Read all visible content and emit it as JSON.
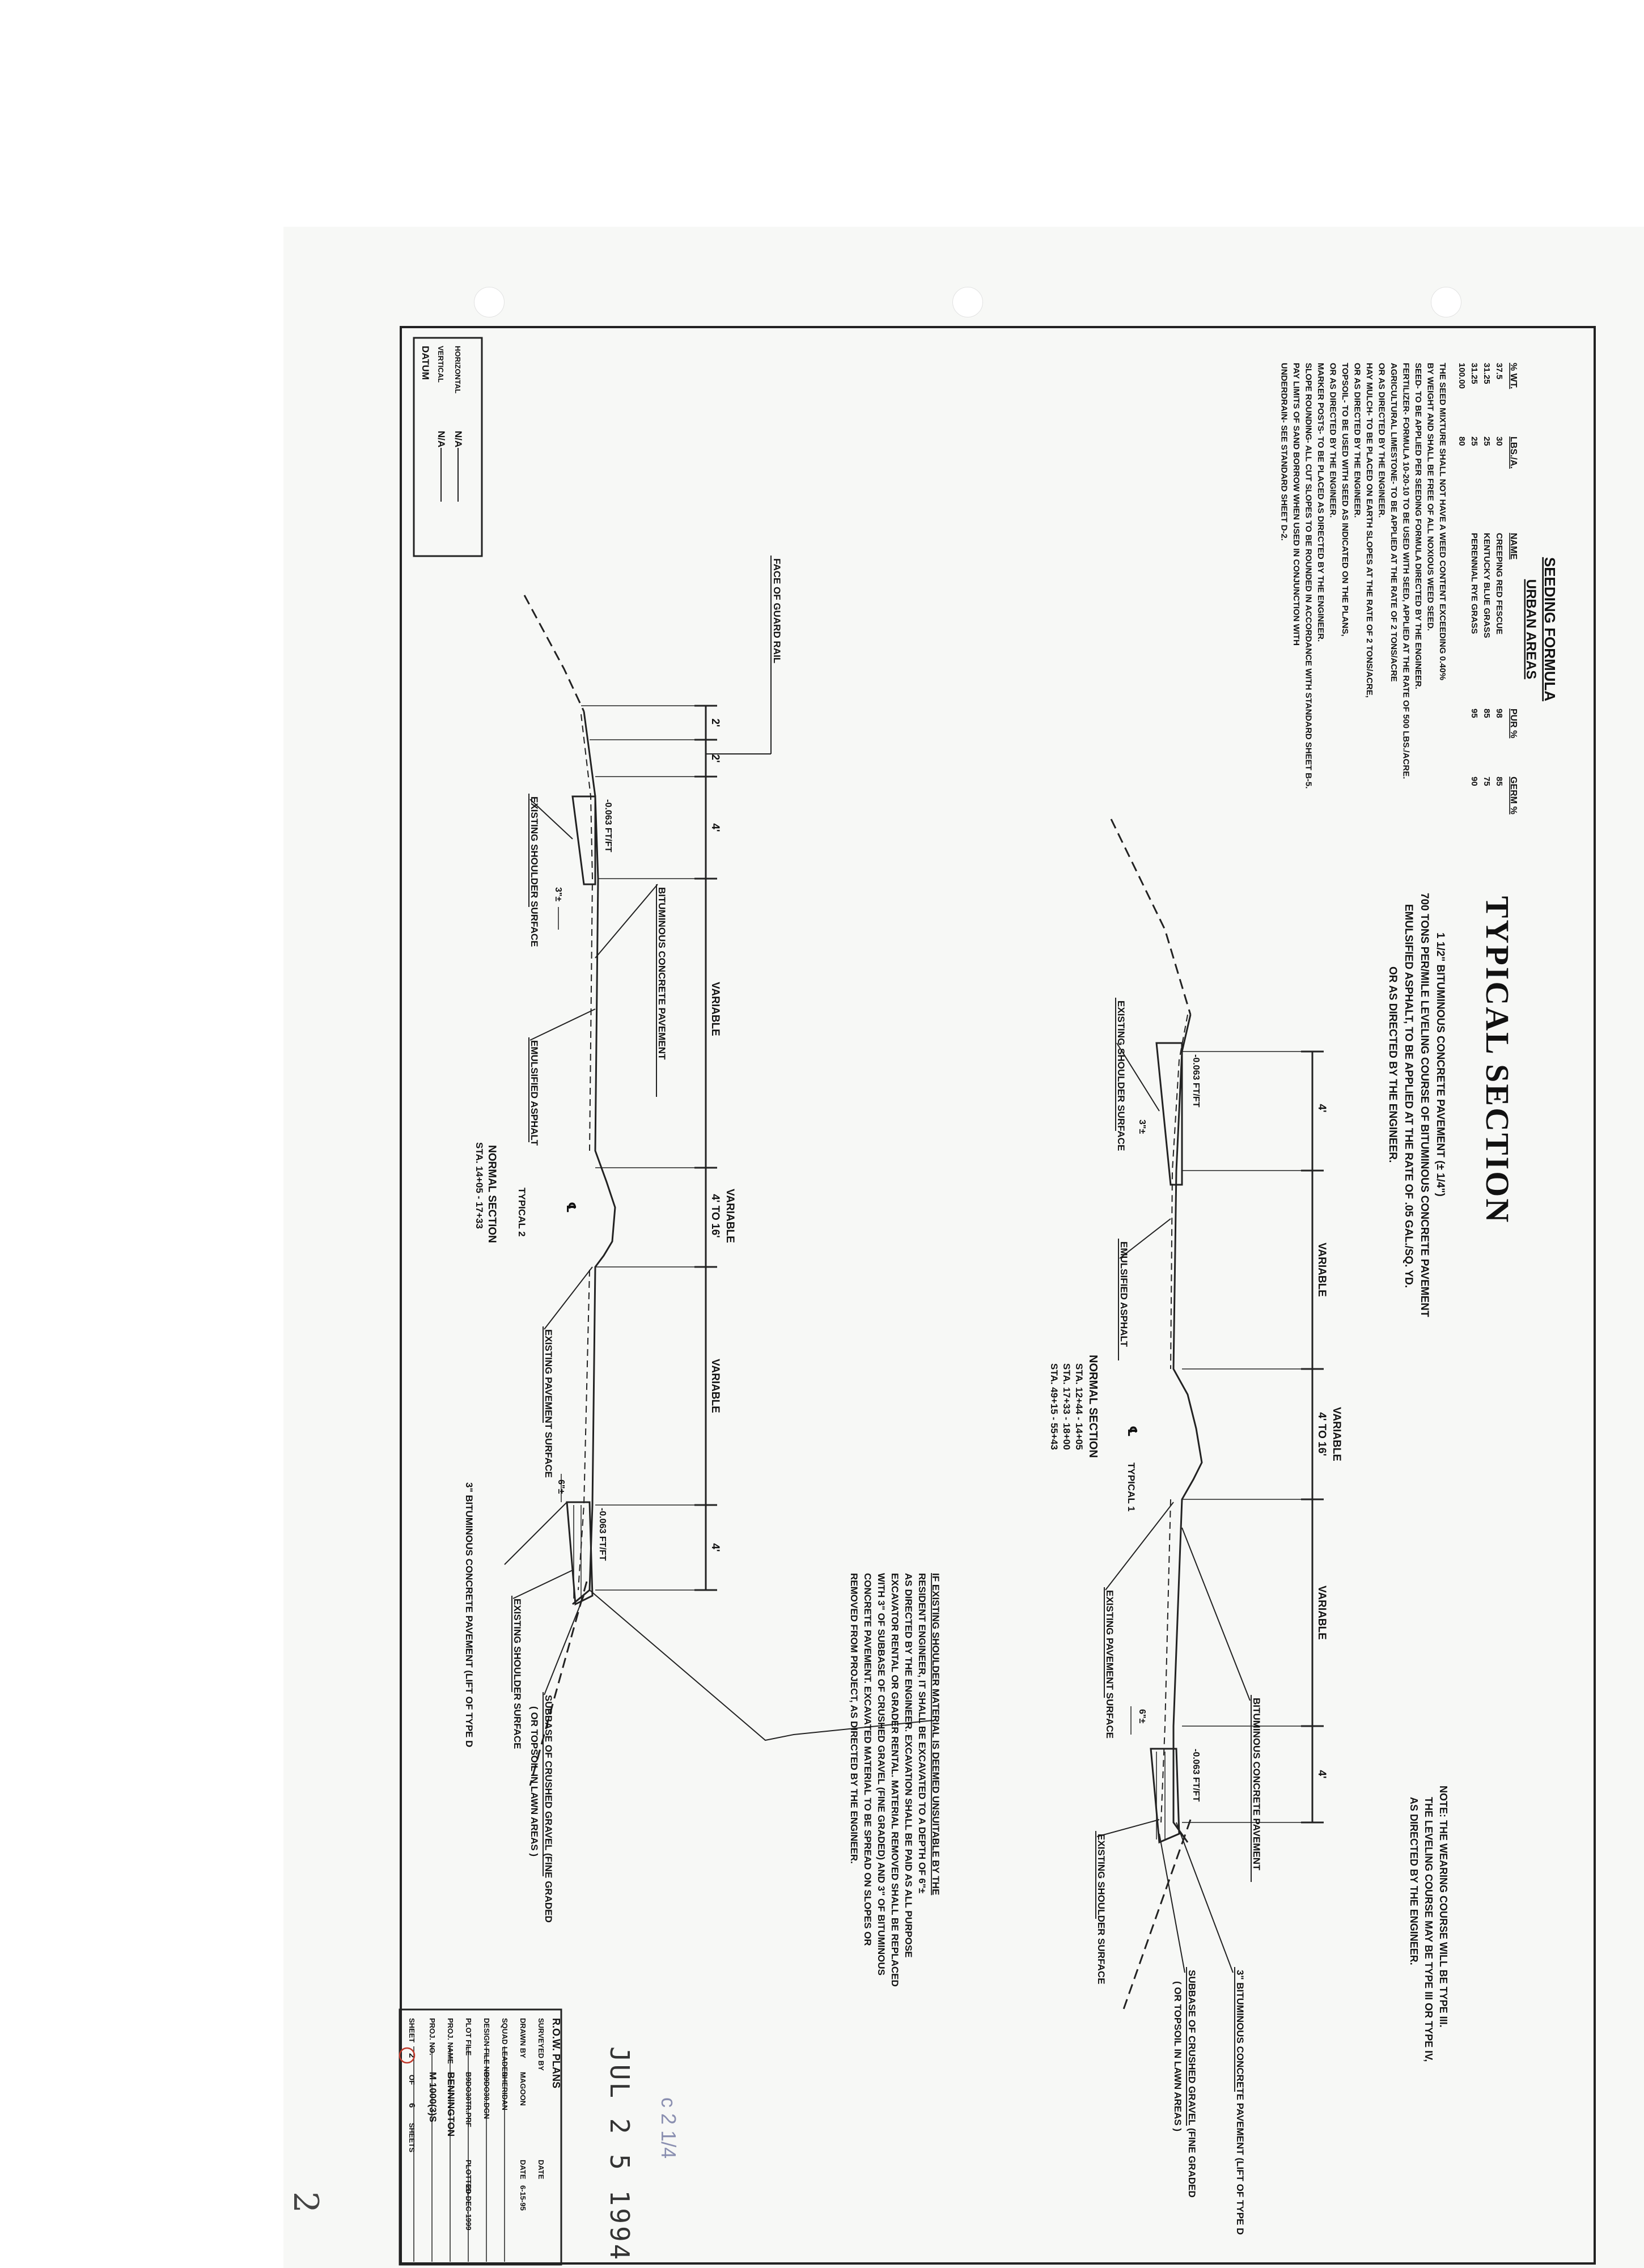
{
  "title": "TYPICAL SECTION",
  "top_notes": [
    "1 1/2\" BITUMINOUS CONCRETE PAVEMENT (± 1/4\")",
    "700 TONS PER/MILE LEVELING COURSE OF BITUMINOUS CONCRETE PAVEMENT",
    "EMULSIFIED ASPHALT, TO BE APPLIED AT THE RATE OF .05 GAL./SQ. YD.",
    "OR AS DIRECTED BY THE ENGINEER."
  ],
  "wearing_note": [
    "NOTE: THE WEARING COURSE WILL BE TYPE III.",
    "THE LEVELING COURSE MAY BE TYPE III OR TYPE IV,",
    "AS DIRECTED BY THE ENGINEER."
  ],
  "seeding": {
    "title": "SEEDING FORMULA",
    "subtitle": "URBAN AREAS",
    "headers": [
      "% WT.",
      "LBS./A.",
      "NAME",
      "PUR %",
      "GERM %"
    ],
    "rows": [
      [
        "37.5",
        "30",
        "CREEPING RED FESCUE",
        "98",
        "85"
      ],
      [
        "31.25",
        "25",
        "KENTUCKY BLUE GRASS",
        "85",
        "75"
      ],
      [
        "31.25",
        "25",
        "PERENNIAL RYE GRASS",
        "95",
        "90"
      ],
      [
        "100.00",
        "80",
        "",
        "",
        ""
      ]
    ],
    "notes": [
      "THE SEED MIXTURE SHALL NOT HAVE A WEED CONTENT EXCEEDING 0.40%",
      "BY WEIGHT AND SHALL BE FREE OF ALL NOXIOUS WEED SEED.",
      "SEED- TO BE APPLIED PER SEEDING FORMULA DIRECTED BY THE ENGINEER.",
      "FERTILIZER- FORMULA 10-20-10 TO BE USED WITH SEED, APPLIED AT THE RATE OF 500 LBS./ACRE.",
      "AGRICULTURAL LIMESTONE- TO BE APPLIED AT THE RATE OF 2 TONS/ACRE",
      "OR AS DIRECTED BY THE ENGINEER.",
      "HAY MULCH- TO BE PLACED ON EARTH SLOPES AT THE RATE OF 2 TONS/ACRE,",
      "OR AS DIRECTED BY THE ENGINEER.",
      "TOPSOIL- TO BE USED WITH SEED AS INDICATED ON THE PLANS,",
      "OR AS DIRECTED BY THE ENGINEER.",
      "MARKER POSTS- TO BE PLACED AS DIRECTED BY THE ENGINEER.",
      "SLOPE ROUNDING- ALL CUT SLOPES TO BE ROUNDED IN ACCORDANCE WITH STANDARD SHEET B-5.",
      "PAY LIMITS OF SAND BORROW WHEN USED IN CONJUNCTION WITH",
      "UNDERDRAIN- SEE STANDARD SHEET D-2."
    ]
  },
  "datum": {
    "label": "DATUM",
    "vertical_label": "VERTICAL",
    "vertical_value": "N/A",
    "horizontal_label": "HORIZONTAL",
    "horizontal_value": "N/A"
  },
  "section1": {
    "dims": [
      "4'",
      "VARIABLE",
      "VARIABLE",
      "4' TO 16'",
      "VARIABLE",
      "4'"
    ],
    "slope_left": "-0.063 FT/FT",
    "slope_right": "-0.063 FT/FT",
    "depth_left": "3\"±",
    "depth_right": "6\"±",
    "label_existing_shoulder_left": "EXISTING SHOULDER SURFACE",
    "label_emulsified": "EMULSIFIED ASPHALT",
    "label_bit_conc": "BITUMINOUS CONCRETE PAVEMENT",
    "label_existing_pavement": "EXISTING PAVEMENT SURFACE",
    "label_existing_shoulder_right": "EXISTING SHOULDER SURFACE",
    "label_3in_bcp": "3\" BITUMINOUS CONCRETE PAVEMENT (LIFT OF TYPE D",
    "label_subbase_1": "SUBBASE OF CRUSHED GRAVEL (FINE GRADED",
    "label_subbase_2": "( OR TOPSOIL IN LAWN AREAS )",
    "centerline": "℄",
    "typical_label": "TYPICAL 1",
    "normal_section": "NORMAL SECTION",
    "stations": [
      "STA. 12+44 - 14+05",
      "STA. 17+33 - 18+00",
      "STA. 49+15 - 55+43"
    ]
  },
  "section2": {
    "dims": [
      "2'",
      "2'",
      "4'",
      "VARIABLE",
      "VARIABLE",
      "4' TO 16'",
      "VARIABLE",
      "4'"
    ],
    "slope_left": "-0.063 FT/FT",
    "slope_right": "-0.063 FT/FT",
    "depth_left": "3\"±",
    "depth_right": "6\"±",
    "label_guard_rail": "FACE OF GUARD RAIL",
    "label_existing_shoulder_left": "EXISTING SHOULDER SURFACE",
    "label_bit_conc": "BITUMINOUS CONCRETE PAVEMENT",
    "label_emulsified": "EMULSIFIED ASPHALT",
    "label_existing_pavement": "EXISTING PAVEMENT SURFACE",
    "label_existing_shoulder_right": "EXISTING SHOULDER SURFACE",
    "label_3in_bcp": "3\" BITUMINOUS CONCRETE PAVEMENT (LIFT OF TYPE D",
    "label_subbase_1": "SUBBASE OF CRUSHED GRAVEL (FINE GRADED",
    "label_subbase_2": "( OR TOPSOIL IN LAWN AREAS )",
    "centerline": "℄",
    "typical_label": "TYPICAL 2",
    "normal_section": "NORMAL SECTION",
    "stations": [
      "STA. 14+05 - 17+33"
    ]
  },
  "unsuitable_note": [
    "IF EXISTING SHOULDER MATERIAL IS DEEMED UNSUITABLE BY THE",
    "RESIDENT ENGINEER, IT SHALL BE EXCAVATED TO A DEPTH OF 6\"±",
    "AS DIRECTED BY THE ENGINEER. EXCAVATION SHALL BE PAID AS ALL PURPOSE",
    "EXCAVATOR RENTAL OR GRADER RENTAL. MATERIAL REMOVED SHALL BE REPLACED",
    "WITH 3\" OF SUBBASE OF CRUSHED GRAVEL (FINE GRADED) AND 3\" OF BITUMINOUS",
    "CONCRETE PAVEMENT. EXCAVATED MATERIAL TO BE SPREAD ON SLOPES OR",
    "REMOVED FROM PROJECT, AS DIRECTED BY THE ENGINEER."
  ],
  "stamp": "JUL 2 5 1994",
  "handwritten_scribble": "c 2 1/4",
  "page_mark": "2",
  "title_block": {
    "heading": "R.O.W. PLANS",
    "rows": [
      [
        "SURVEYED BY",
        "",
        "DATE",
        ""
      ],
      [
        "DRAWN BY",
        "MAGOON",
        "DATE",
        "6-15-95"
      ],
      [
        "SQUAD LEADER",
        "SHERIDAN",
        "",
        ""
      ],
      [
        "DESIGN FILE NO.",
        "B9DO30.DGN",
        "",
        ""
      ],
      [
        "PLOT FILE",
        "B9DO30TR.PRF",
        "PLOTTED",
        "20-DEC-1999"
      ],
      [
        "PROJ. NAME",
        "BENNINGTON",
        "",
        ""
      ],
      [
        "PROJ. NO.",
        "M 1000(3)S",
        "",
        ""
      ]
    ],
    "sheet_label": "SHEET",
    "sheet_no": "2",
    "of_label": "OF",
    "sheet_total": "6",
    "sheets_label": "SHEETS"
  }
}
